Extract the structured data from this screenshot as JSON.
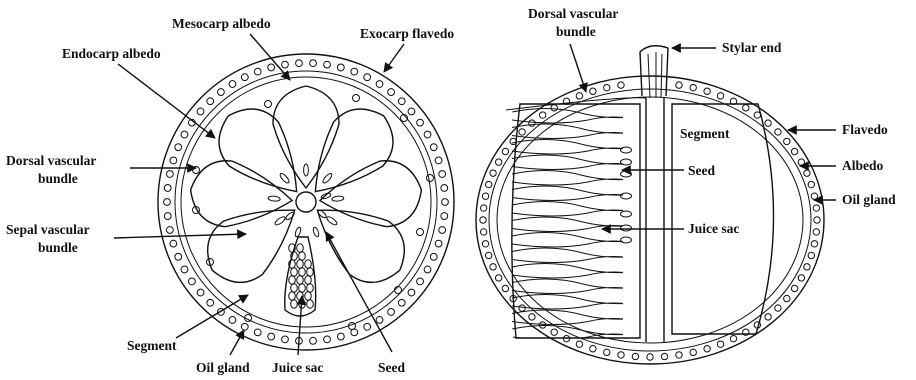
{
  "left_section": {
    "labels": {
      "mesocarp": "Mesocarp albedo",
      "exocarp": "Exocarp flavedo",
      "endocarp": "Endocarp albedo",
      "dorsal_l1": "Dorsal vascular",
      "dorsal_l2": "bundle",
      "sepal_l1": "Sepal vascular",
      "sepal_l2": "bundle",
      "segment": "Segment",
      "oil_gland": "Oil gland",
      "juice_sac": "Juice sac",
      "seed": "Seed"
    }
  },
  "right_section": {
    "labels": {
      "dorsal_l1": "Dorsal vascular",
      "dorsal_l2": "bundle",
      "stylar": "Stylar end",
      "segment": "Segment",
      "seed": "Seed",
      "juice_sac": "Juice sac",
      "flavedo": "Flavedo",
      "albedo": "Albedo",
      "oil_gland": "Oil gland"
    }
  }
}
